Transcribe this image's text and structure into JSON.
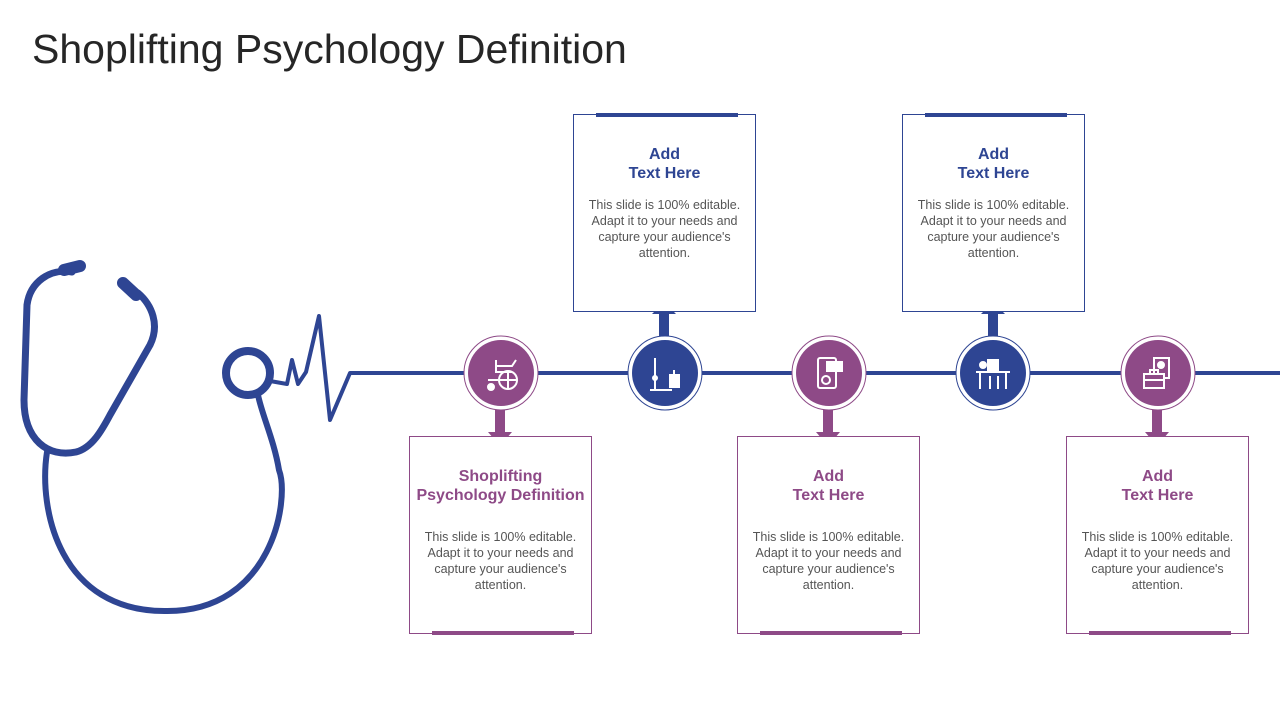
{
  "title": "Shoplifting Psychology Definition",
  "colors": {
    "blue": "#2e4593",
    "purple": "#8e4a87",
    "title": "#262626",
    "body_text": "#555555"
  },
  "steps": [
    {
      "heading": "Shoplifting\nPsychology Definition",
      "body": "This slide is 100% editable. Adapt it to your needs and capture your audience's attention.",
      "icon": "wheelchair-icon",
      "color": "purple"
    },
    {
      "heading": "Add\nText Here",
      "body": "This slide is 100% editable. Adapt it to your needs and capture your audience's attention.",
      "icon": "iv-drip-icon",
      "color": "blue"
    },
    {
      "heading": "Add\nText Here",
      "body": "This slide is 100% editable. Adapt it to your needs and capture your audience's attention.",
      "icon": "nft-phone-icon",
      "color": "purple"
    },
    {
      "heading": "Add\nText Here",
      "body": "This slide is 100% editable. Adapt it to your needs and capture your audience's attention.",
      "icon": "desk-chair-icon",
      "color": "blue"
    },
    {
      "heading": "Add\nText Here",
      "body": "This slide is 100% editable. Adapt it to your needs and capture your audience's attention.",
      "icon": "documents-icon",
      "color": "purple"
    }
  ]
}
